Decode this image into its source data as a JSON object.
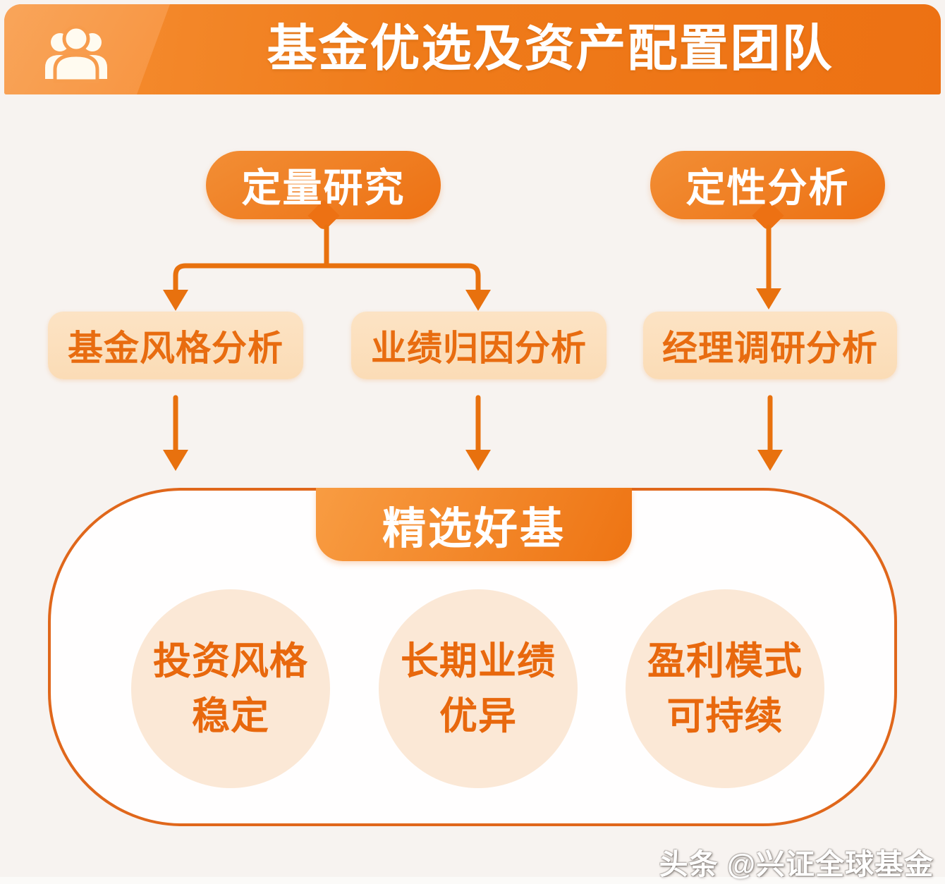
{
  "header": {
    "title": "基金优选及资产配置团队",
    "icon": "team-people-icon"
  },
  "methods": {
    "quantitative": "定量研究",
    "qualitative": "定性分析"
  },
  "analyses": [
    "基金风格分析",
    "业绩归因分析",
    "经理调研分析"
  ],
  "result": {
    "label": "精选好基",
    "criteria": [
      {
        "line1": "投资风格",
        "line2": "稳定"
      },
      {
        "line1": "长期业绩",
        "line2": "优异"
      },
      {
        "line1": "盈利模式",
        "line2": "可持续"
      }
    ]
  },
  "watermark": "头条 @兴证全球基金",
  "colors": {
    "header_orange": "#EE7716",
    "header_light_orange": "#F89C4C",
    "pill_orange": "#ED7113",
    "arrow_orange": "#E8710E",
    "analysis_box_fill": "#FCDFBC",
    "analysis_text": "#E86C10",
    "container_border": "#E0671B",
    "circle_fill": "#FBE8D6",
    "circle_text": "#E8680D",
    "background": "#F7F3F0"
  }
}
